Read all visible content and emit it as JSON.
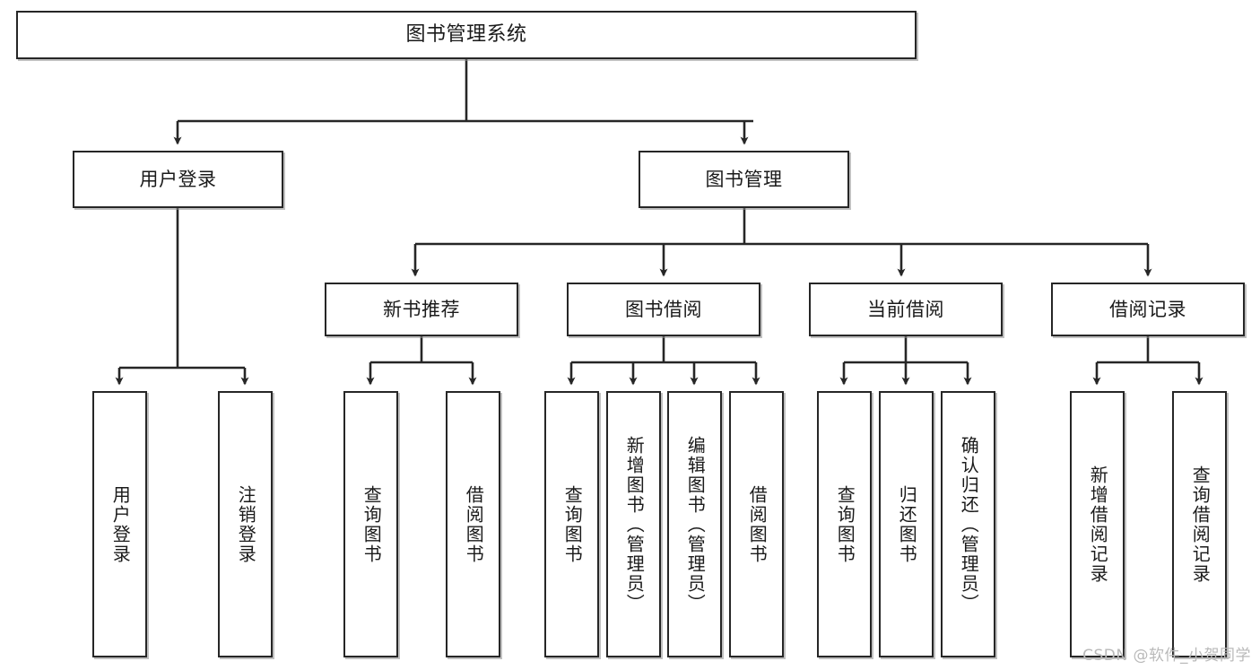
{
  "diagram": {
    "title": "图书管理系统",
    "type": "tree",
    "root": {
      "label": "图书管理系统"
    },
    "level2": [
      {
        "label": "用户登录"
      },
      {
        "label": "图书管理"
      }
    ],
    "level3": [
      {
        "label": "新书推荐"
      },
      {
        "label": "图书借阅"
      },
      {
        "label": "当前借阅"
      },
      {
        "label": "借阅记录"
      }
    ],
    "leaves": [
      {
        "label": "用户登录"
      },
      {
        "label": "注销登录"
      },
      {
        "label": "查询图书"
      },
      {
        "label": "借阅图书"
      },
      {
        "label": "查询图书"
      },
      {
        "label": "新增图书（管理员）"
      },
      {
        "label": "编辑图书（管理员）"
      },
      {
        "label": "借阅图书"
      },
      {
        "label": "查询图书"
      },
      {
        "label": "归还图书"
      },
      {
        "label": "确认归还（管理员）"
      },
      {
        "label": "新增借阅记录"
      },
      {
        "label": "查询借阅记录"
      }
    ]
  },
  "watermark": {
    "text": "CSDN @软件_小贺同学"
  },
  "colors": {
    "stroke": "#262626",
    "background": "#ffffff",
    "text": "#1a1a1a",
    "watermark": "#b9b9b9"
  }
}
